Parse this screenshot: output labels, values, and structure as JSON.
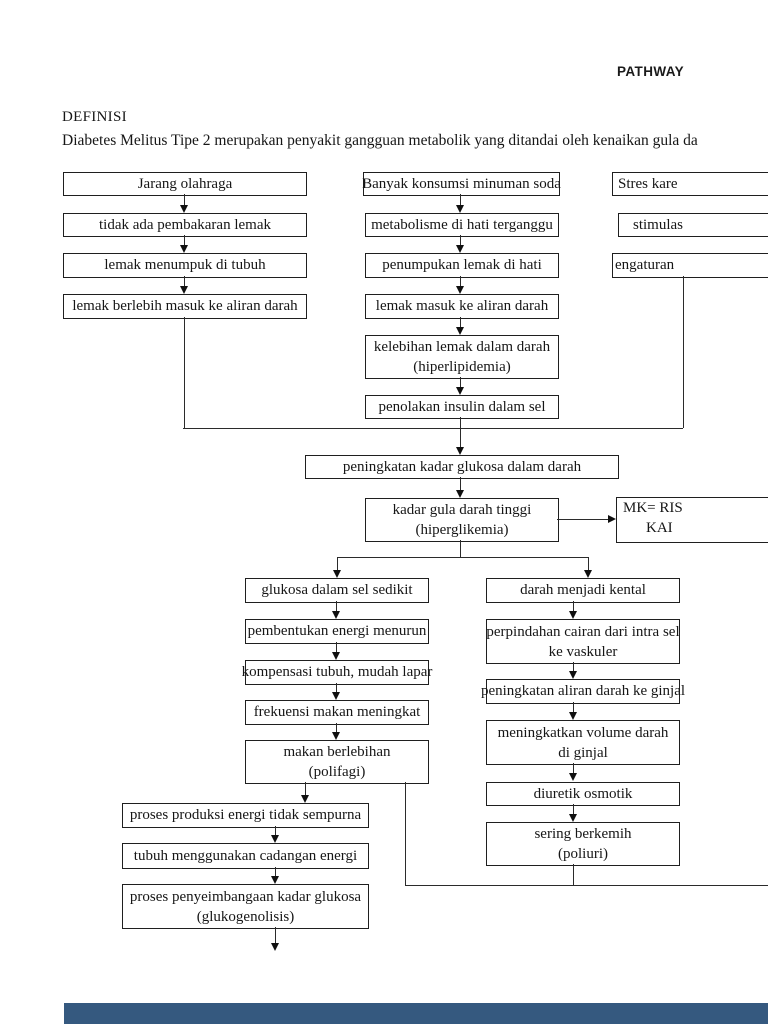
{
  "page": {
    "corner_label": "PATHWAY",
    "section_heading": "DEFINISI",
    "definition_text": "Diabetes Melitus Tipe 2 merupakan penyakit gangguan metabolik yang ditandai oleh kenaikan gula da"
  },
  "colors": {
    "ink": "#161616",
    "connector": "#2b2b2b",
    "next_page_bar": "#35597f"
  },
  "flow": {
    "jarang_olahraga": "Jarang olahraga",
    "tidak_ada_pembakaran": "tidak ada pembakaran lemak",
    "lemak_menumpuk": "lemak menumpuk di tubuh",
    "lemak_berlebih": "lemak berlebih masuk ke aliran darah",
    "banyak_konsumsi": "Banyak konsumsi minuman soda",
    "metabolisme_hati": "metabolisme di hati terganggu",
    "penumpukan_lemak_hati": "penumpukan lemak di hati",
    "lemak_masuk_aliran": "lemak masuk ke aliran darah",
    "kelebihan_lemak_1": "kelebihan lemak dalam darah",
    "kelebihan_lemak_2": "(hiperlipidemia)",
    "penolakan_insulin": "penolakan insulin dalam sel",
    "stres_fragment": "Stres kare",
    "stimulasi_fragment": "stimulas",
    "pengaturan_fragment": "engaturan",
    "peningkatan_glukosa": "peningkatan kadar glukosa dalam darah",
    "kadar_gula_1": "kadar gula darah tinggi",
    "kadar_gula_2": "(hiperglikemia)",
    "mk_1": "MK= RIS",
    "mk_2": "KAI",
    "glukosa_sedikit": "glukosa dalam sel sedikit",
    "pembentukan_energi": "pembentukan energi menurun",
    "kompensasi_tubuh": "kompensasi tubuh, mudah lapar",
    "frekuensi_makan": "frekuensi makan meningkat",
    "makan_berlebihan_1": "makan berlebihan",
    "makan_berlebihan_2": "(polifagi)",
    "darah_kental": "darah menjadi kental",
    "perpindahan_cairan_1": "perpindahan cairan dari intra sel",
    "perpindahan_cairan_2": "ke vaskuler",
    "aliran_ginjal": "peningkatan aliran darah ke ginjal",
    "volume_darah_1": "meningkatkan volume darah",
    "volume_darah_2": "di ginjal",
    "diuretik": "diuretik osmotik",
    "sering_berkemih_1": "sering berkemih",
    "sering_berkemih_2": "(poliuri)",
    "produksi_energi": "proses produksi energi tidak sempurna",
    "cadangan_energi": "tubuh menggunakan cadangan energi",
    "penyeimbangan_1": "proses penyeimbangaan kadar glukosa",
    "penyeimbangan_2": "(glukogenolisis)"
  }
}
